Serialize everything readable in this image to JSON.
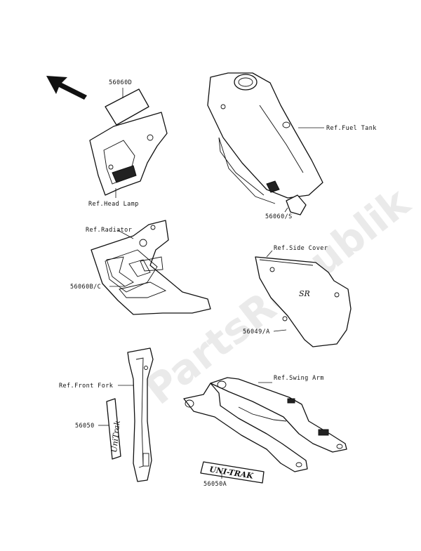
{
  "watermark": "PartsRepublik",
  "labels": {
    "decal_front": "56060D",
    "ref_headlamp": "Ref.Head Lamp",
    "ref_fuel_tank": "Ref.Fuel Tank",
    "decal_tank": "56060/S",
    "ref_radiator": "Ref.Radiator",
    "decal_shroud": "56060B/C",
    "ref_side_cover": "Ref.Side Cover",
    "decal_side": "56049/A",
    "ref_front_fork": "Ref.Front Fork",
    "decal_fork": "56050",
    "ref_swing_arm": "Ref.Swing Arm",
    "decal_swingarm": "56050A"
  },
  "decal_text": {
    "side_cover": "SR",
    "fork_guard": "UniTrak",
    "swing_arm": "UNI-TRAK"
  },
  "icons": {
    "direction_arrow": "arrow-up-left-icon"
  }
}
